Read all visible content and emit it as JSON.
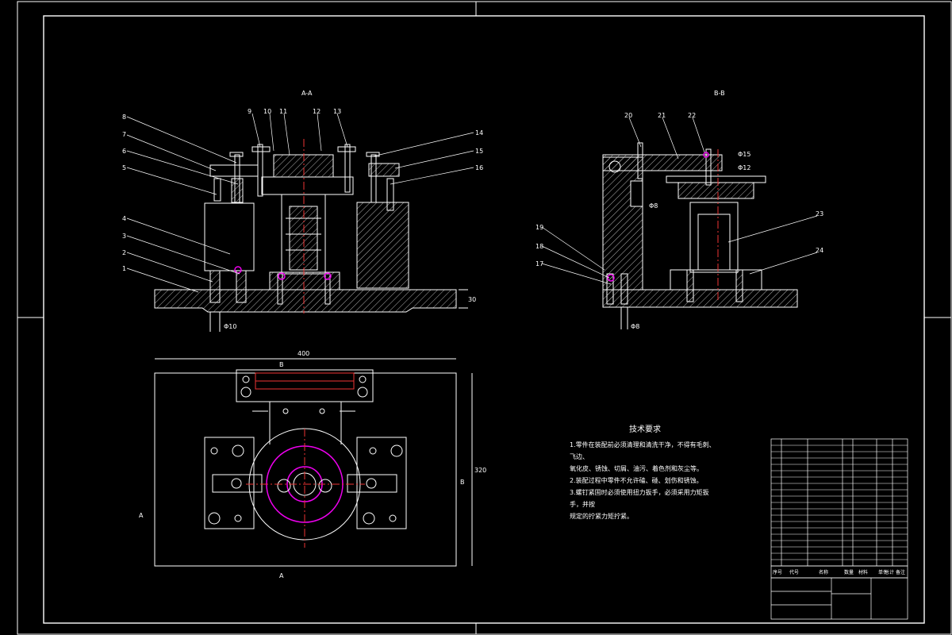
{
  "drawing": {
    "view_labels": {
      "main": "A-A",
      "side": "B-B"
    },
    "section_marks": [
      "A",
      "A",
      "B",
      "B"
    ],
    "part_numbers_left": [
      "8",
      "7",
      "6",
      "5",
      "4",
      "3",
      "2",
      "1"
    ],
    "part_numbers_top": [
      "9",
      "10",
      "11",
      "12",
      "13",
      "14",
      "15",
      "16"
    ],
    "part_numbers_side": [
      "20",
      "21",
      "22",
      "23",
      "24",
      "19",
      "18",
      "17"
    ],
    "dims": {
      "width_top": "400",
      "height_right": "320",
      "base_thk": "30",
      "fit_left": "Φ10",
      "fit_side": "Φ8",
      "fit_side2": "Φ8",
      "fit_r1": "Φ15",
      "fit_r2": "Φ12"
    }
  },
  "tech_notes": {
    "title": "技术要求",
    "lines": [
      "1.零件在装配前必须清理和清洗干净，不得有毛刺、飞边、",
      "氧化皮、锈蚀、切屑、油污、着色剂和灰尘等。",
      "2.装配过程中零件不允许磕、碰、划伤和锈蚀。",
      "3.螺钉紧固时必须使用扭力扳手，必须采用力矩扳手，并按",
      "规定的拧紧力矩拧紧。"
    ]
  },
  "title_block": {
    "header": [
      "序号",
      "代号",
      "名称",
      "数量",
      "材料",
      "单件",
      "总计",
      "备注"
    ]
  }
}
